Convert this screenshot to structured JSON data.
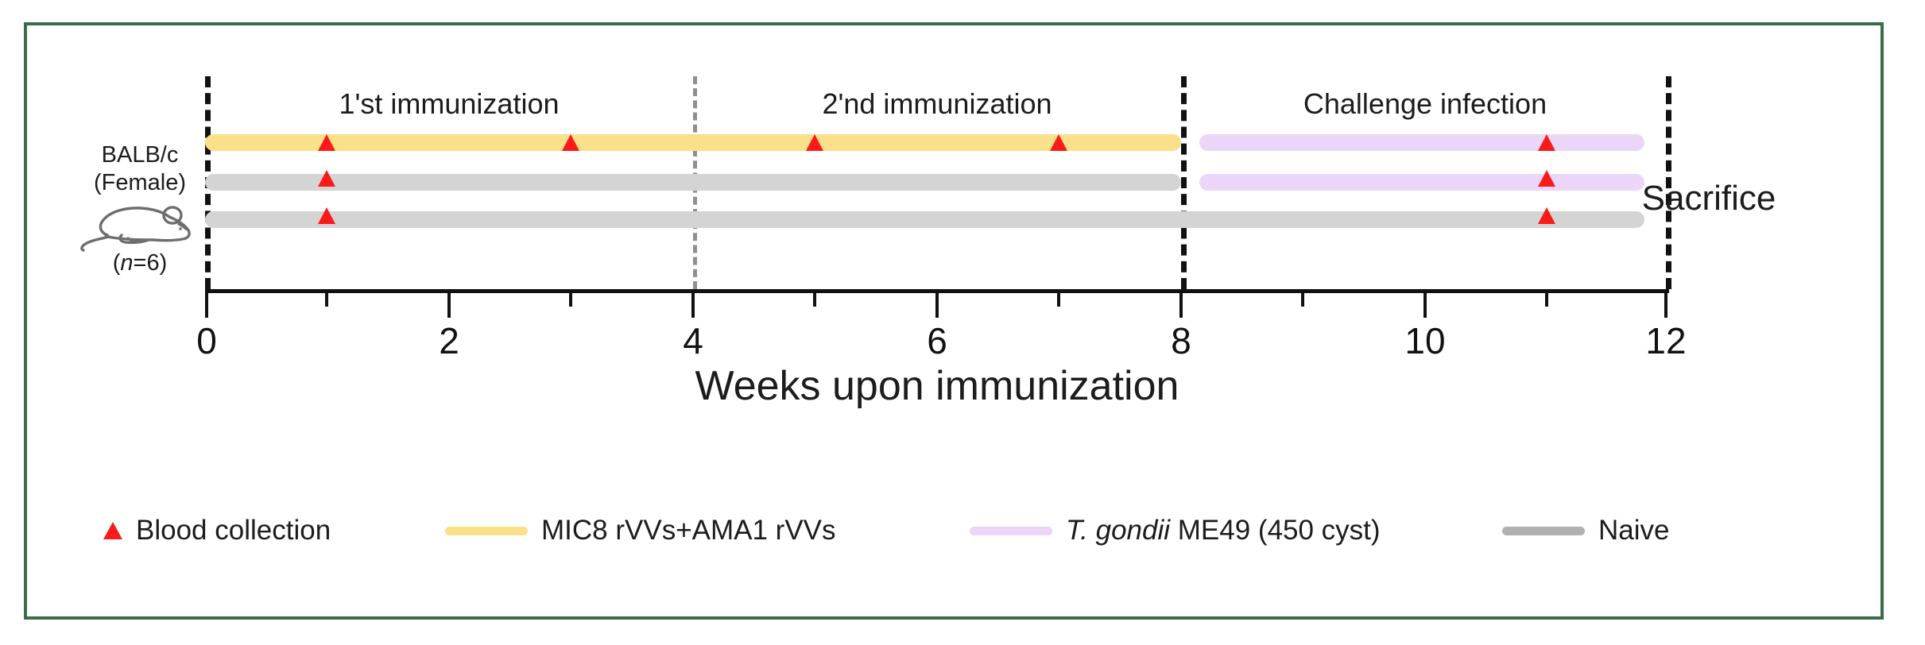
{
  "figure": {
    "border_color": "#3a6b4a",
    "subject": {
      "line1": "BALB/c",
      "line2": "(Female)",
      "n_prefix": "(",
      "n_italic": "n",
      "n_suffix": "=6)",
      "icon": "mouse-icon"
    },
    "sacrifice_label": "Sacrifice",
    "x_axis": {
      "caption": "Weeks upon immunization",
      "min": 0,
      "max": 12,
      "major_ticks": [
        0,
        2,
        4,
        6,
        8,
        10,
        12
      ],
      "major_tick_labels": [
        "0",
        "2",
        "4",
        "6",
        "8",
        "10",
        "12"
      ],
      "minor_ticks": [
        1,
        3,
        5,
        7,
        9,
        11
      ]
    },
    "phases": [
      {
        "label": "1'st immunization",
        "center_week": 2,
        "divider_week": 0,
        "divider_style": "strong"
      },
      {
        "label": "2'nd immunization",
        "center_week": 6,
        "divider_week": 4,
        "divider_style": "soft"
      },
      {
        "label": "Challenge infection",
        "center_week": 10,
        "divider_week": 8,
        "divider_style": "strong"
      }
    ],
    "end_divider": {
      "week": 12,
      "style": "strong"
    },
    "legend": [
      {
        "name": "blood-collection",
        "marker": "triangle",
        "color": "#fb1a1a",
        "label": "Blood collection"
      },
      {
        "name": "vaccine",
        "marker": "line",
        "color": "#fbe08a",
        "label": "MIC8 rVVs+AMA1 rVVs"
      },
      {
        "name": "challenge",
        "marker": "line",
        "color": "#ecd6f7",
        "label_italic": "T. gondii",
        "label": " ME49 (450 cyst)"
      },
      {
        "name": "naive",
        "marker": "line",
        "color": "#b0b0b0",
        "label": "Naive"
      }
    ]
  },
  "chart_data": {
    "type": "timeline",
    "title": "",
    "xlabel": "Weeks upon immunization",
    "xlim": [
      0,
      12
    ],
    "grid": false,
    "legend_position": "bottom",
    "rows": [
      {
        "name": "immunized-challenged",
        "segments": [
          {
            "treatment": "MIC8 rVVs+AMA1 rVVs",
            "color": "#fbe08a",
            "start_week": 0,
            "end_week": 8
          },
          {
            "treatment": "T. gondii ME49 (450 cyst)",
            "color": "#ecd6f7",
            "start_week": 8.15,
            "end_week": 11.8
          }
        ],
        "blood_collection_weeks": [
          1,
          3,
          5,
          7,
          11
        ]
      },
      {
        "name": "naive-challenged",
        "segments": [
          {
            "treatment": "Naive",
            "color": "#d4d4d4",
            "start_week": 0,
            "end_week": 8
          },
          {
            "treatment": "T. gondii ME49 (450 cyst)",
            "color": "#ecd6f7",
            "start_week": 8.15,
            "end_week": 11.8
          }
        ],
        "blood_collection_weeks": [
          1,
          11
        ]
      },
      {
        "name": "naive-control",
        "segments": [
          {
            "treatment": "Naive",
            "color": "#d4d4d4",
            "start_week": 0,
            "end_week": 11.8
          }
        ],
        "blood_collection_weeks": [
          1,
          11
        ]
      }
    ]
  }
}
